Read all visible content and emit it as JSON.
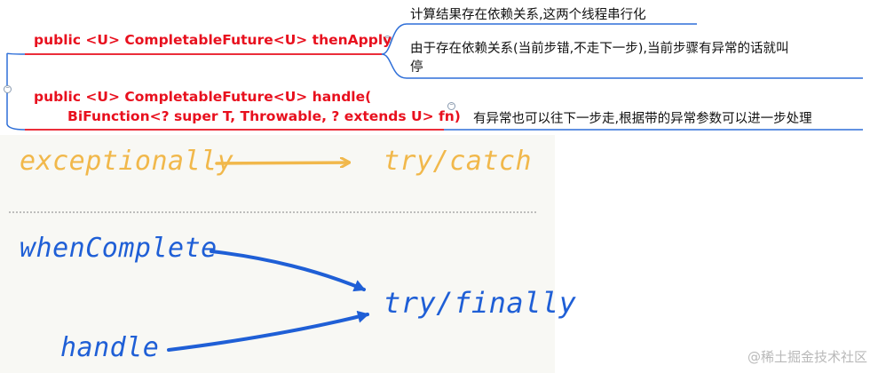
{
  "mindmap": {
    "branch_then_apply": {
      "signature": "public <U> CompletableFuture<U> thenApply",
      "notes": [
        "计算结果存在依赖关系,这两个线程串行化",
        "由于存在依赖关系(当前步错,不走下一步),当前步骤有异常的话就叫",
        "停"
      ]
    },
    "branch_handle": {
      "signature_line1": "public <U> CompletableFuture<U> handle(",
      "signature_line2": "BiFunction<? super T, Throwable, ? extends U> fn)",
      "note": "有异常也可以往下一步走,根据带的异常参数可以进一步处理"
    },
    "colors": {
      "signature": "#e8101e",
      "line_red": "#e8101e",
      "line_blue": "#2f6fd8"
    }
  },
  "handwritten": {
    "exceptionally": "exceptionally",
    "try_catch": "try/catch",
    "when_complete": "whenComplete",
    "handle": "handle",
    "try_finally": "try/finally",
    "colors": {
      "orange": "#f1b84b",
      "blue": "#1f5fd6"
    }
  },
  "watermark": "@稀土掘金技术社区"
}
